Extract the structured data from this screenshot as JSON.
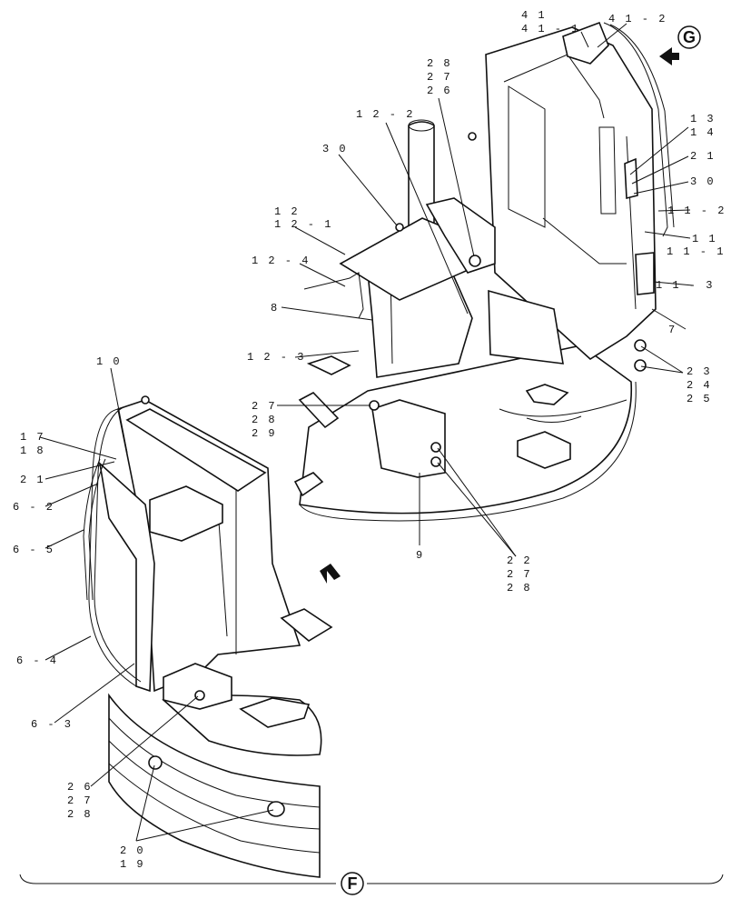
{
  "labels": {
    "l41": "4 1",
    "l41_1": "4 1 - 1",
    "l41_2": "4 1 - 2",
    "l28a": "2 8",
    "l27a": "2 7",
    "l26a": "2 6",
    "l12_2": "1 2 - 2",
    "l30a": "3 0",
    "l12": "1 2",
    "l12_1": "1 2 - 1",
    "l12_4": "1 2 - 4",
    "l8": "8",
    "l12_3": "1 2 - 3",
    "l27b": "2 7",
    "l28b": "2 8",
    "l29": "2 9",
    "l13": "1 3",
    "l14": "1 4",
    "l21a": "2 1",
    "l30b": "3 0",
    "l11_2": "1 1 - 2",
    "l11": "1 1",
    "l11_1": "1 1 - 1",
    "l11_3": "1 1 - 3",
    "l7": "7",
    "l23": "2 3",
    "l24": "2 4",
    "l25": "2 5",
    "l22": "2 2",
    "l27c": "2 7",
    "l28c": "2 8",
    "l9": "9",
    "l10": "1 0",
    "l17": "1 7",
    "l18": "1 8",
    "l21b": "2 1",
    "l6_2": "6 - 2",
    "l6_5": "6 - 5",
    "l6_4": "6 - 4",
    "l6_3": "6 - 3",
    "l26b": "2 6",
    "l27d": "2 7",
    "l28d": "2 8",
    "l20": "2 0",
    "l19": "1 9"
  },
  "views": {
    "g": "G",
    "f": "F"
  }
}
